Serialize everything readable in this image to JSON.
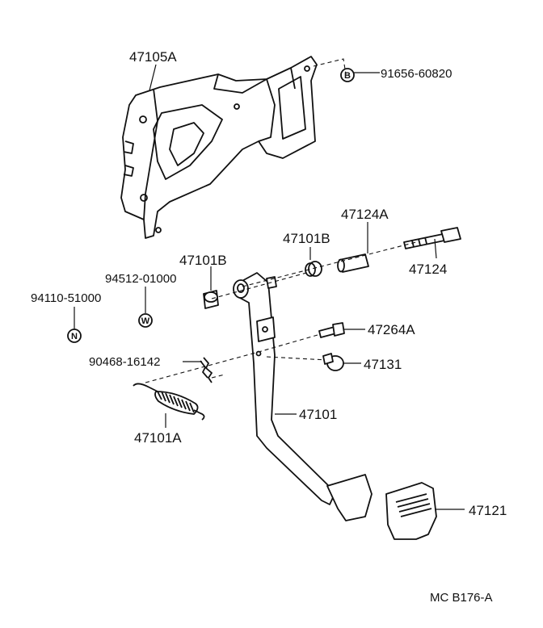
{
  "labels": {
    "bracket": "47105A",
    "bolt_b": "91656-60820",
    "bolt_b_symbol": "B",
    "pin": "47124A",
    "bushing_right": "47101B",
    "bolt": "47124",
    "bushing_left": "47101B",
    "washer_w": "94512-01000",
    "washer_w_symbol": "W",
    "nut_n": "94110-51000",
    "nut_n_symbol": "N",
    "bolt_small": "47264A",
    "clip": "90468-16142",
    "stopper": "47131",
    "spring": "47101A",
    "pedal_arm": "47101",
    "pedal_pad": "47121",
    "footer_code": "MC  B176-A"
  }
}
